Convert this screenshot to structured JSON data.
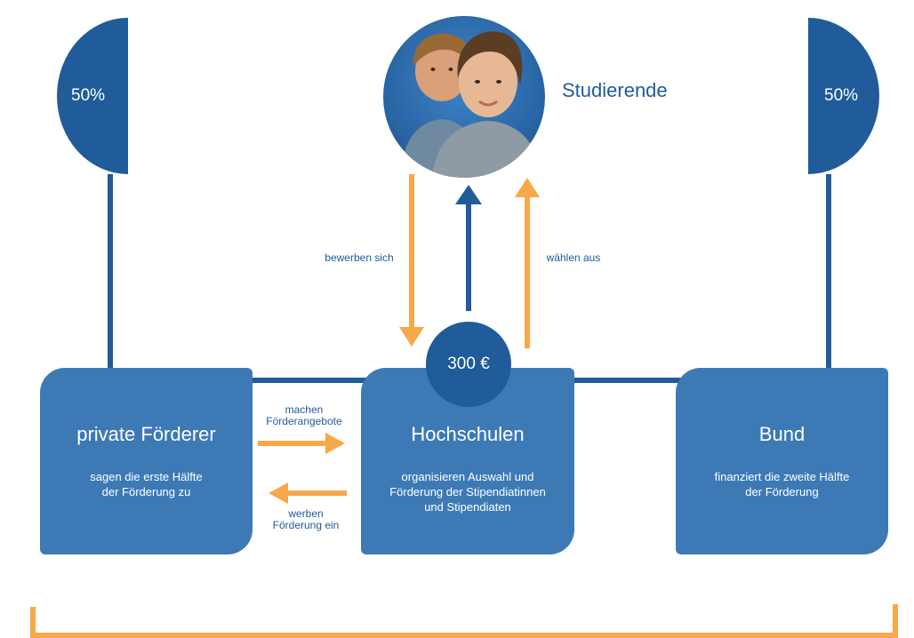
{
  "nodes": {
    "students": {
      "label": "Studierende"
    },
    "amount": {
      "label": "300 €"
    },
    "left_share": {
      "label": "50%"
    },
    "right_share": {
      "label": "50%"
    },
    "private": {
      "title": "private Förderer",
      "description_lines": [
        "sagen die erste Hälfte",
        "der Förderung zu"
      ]
    },
    "universities": {
      "title": "Hochschulen",
      "description_lines": [
        "organisieren Auswahl und",
        "Förderung der Stipendiatinnen",
        "und Stipendiaten"
      ]
    },
    "federal": {
      "title": "Bund",
      "description_lines": [
        "finanziert die zweite Hälfte",
        "der Förderung"
      ]
    }
  },
  "edges": {
    "apply": {
      "label": "bewerben sich"
    },
    "select": {
      "label": "wählen aus"
    },
    "offers": {
      "label_lines": [
        "machen",
        "Förderangebote"
      ]
    },
    "recruit": {
      "label_lines": [
        "werben",
        "Förderung ein"
      ]
    }
  },
  "colors": {
    "dark_blue": "#1f5c99",
    "box_blue": "#3d7ab5",
    "orange": "#f7a84a"
  }
}
